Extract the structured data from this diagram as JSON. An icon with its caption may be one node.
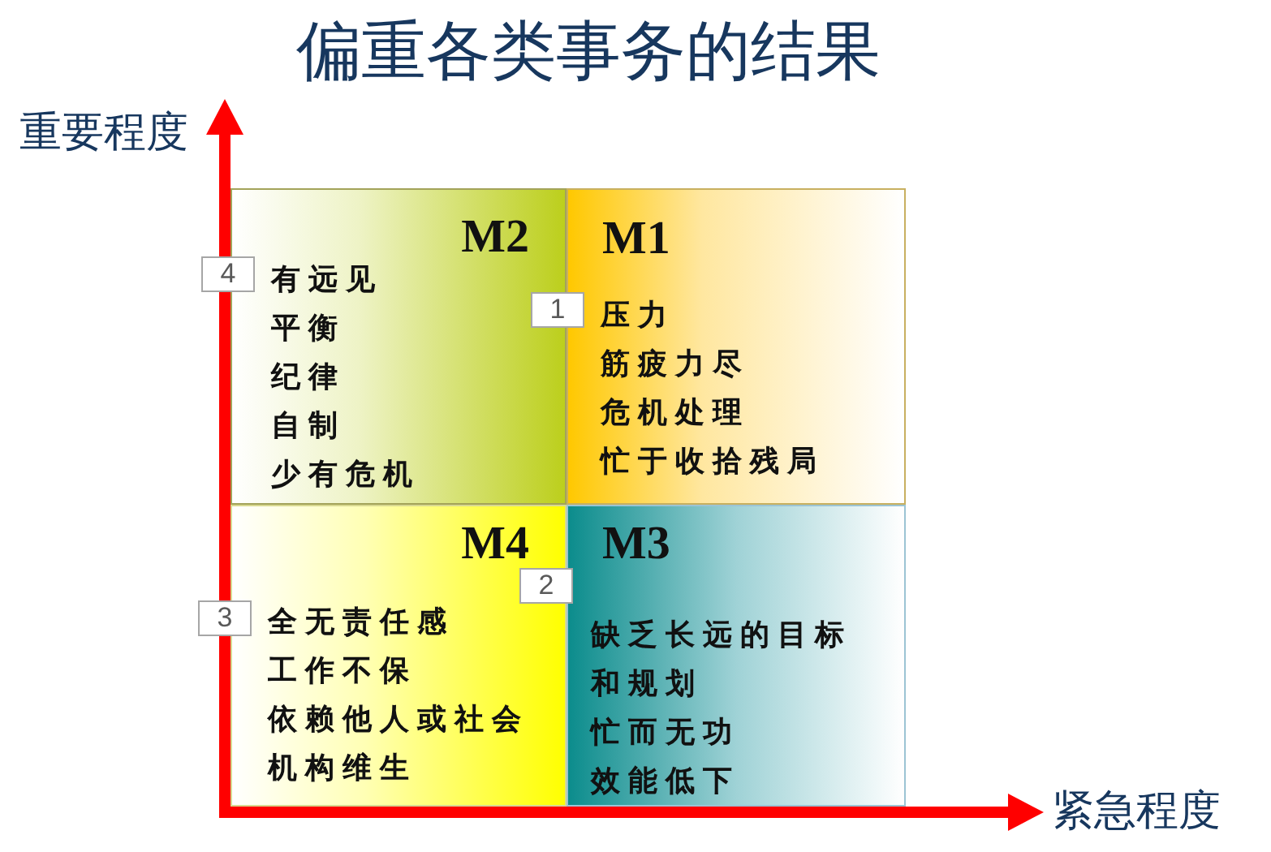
{
  "diagram": {
    "title": "偏重各类事务的结果",
    "nodes": [
      {
        "text": [
          "M2",
          "有远见",
          "平衡",
          "纪律",
          "自制",
          "少有危机"
        ]
      },
      {
        "text": [
          "M1",
          "压力",
          "筋疲力尽",
          "危机处理",
          "忙于收拾残局"
        ]
      },
      {
        "text": [
          "M4",
          "全无责任感",
          "工作不保",
          "依赖他人或社会",
          "机构维生"
        ]
      },
      {
        "text": [
          "M3",
          "缺乏长远的目标和规划",
          "忙而无功",
          "效能低下"
        ]
      },
      {
        "text": [
          "4"
        ]
      },
      {
        "text": [
          "1"
        ]
      },
      {
        "text": [
          "2"
        ]
      },
      {
        "text": [
          "3"
        ]
      }
    ],
    "labels": [
      "重要程度",
      "紧急程度"
    ]
  }
}
